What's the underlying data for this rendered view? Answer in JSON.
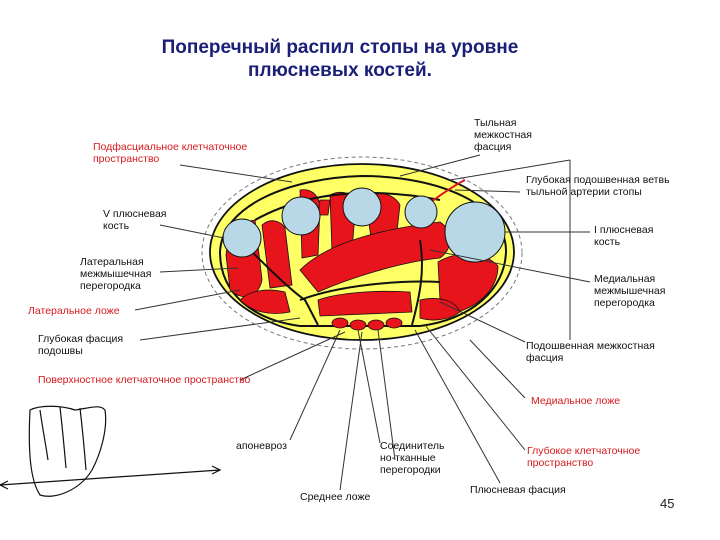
{
  "title": {
    "line1": "Поперечный распил стопы на уровне",
    "line2": "плюсневых костей."
  },
  "labels": {
    "dorsal_interosseous_fascia": [
      "Тыльная",
      "межкостная",
      "фасция"
    ],
    "subfascial_space": [
      "Подфасциальное клетчаточное",
      "пространство"
    ],
    "deep_plantar_branch": [
      "Глубокая подошвенная ветвь",
      "тыльной артерии стопы"
    ],
    "fifth_metatarsal": [
      "V плюсневая",
      "кость"
    ],
    "first_metatarsal": [
      "I плюсневая",
      "кость"
    ],
    "lateral_septum": [
      "Латеральная",
      "межмышечная",
      "перегородка"
    ],
    "medial_septum": [
      "Медиальная",
      "межмышечная",
      "перегородка"
    ],
    "lateral_compartment": "Латеральное ложе",
    "deep_plantar_fascia": [
      "Глубокая фасция",
      "подошвы"
    ],
    "plantar_interosseous_fascia": [
      "Подошвенная межкостная",
      "фасция"
    ],
    "superficial_space": "Поверхностное клетчаточное пространство",
    "medial_compartment": "Медиальное ложе",
    "aponeurosis": "апоневроз",
    "connective_septa": [
      "Соединитель",
      "но-тканные",
      "перегородки"
    ],
    "deep_cellular_space": [
      "Глубокое клетчаточное",
      "пространство"
    ],
    "middle_compartment": "Среднее ложе",
    "metatarsal_fascia": "Плюсневая фасция"
  },
  "page_number": "45",
  "colors": {
    "title": "#1a1f78",
    "muscle": "#e8141b",
    "fat": "#ffff66",
    "bone": "#b8d8e8",
    "outline": "#111111",
    "red_label": "#d8191c"
  }
}
